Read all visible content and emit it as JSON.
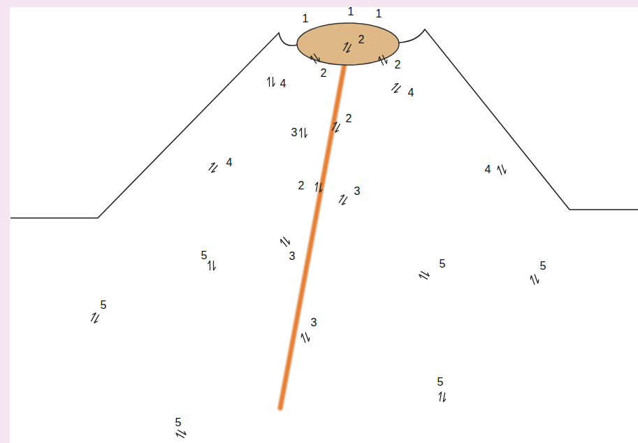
{
  "diagram": {
    "labels": [
      "1",
      "1",
      "1",
      "2",
      "2",
      "2",
      "4",
      "4",
      "2",
      "3",
      "4",
      "4",
      "2",
      "3",
      "3",
      "5",
      "5",
      "5",
      "5",
      "3",
      "5",
      "5"
    ]
  }
}
